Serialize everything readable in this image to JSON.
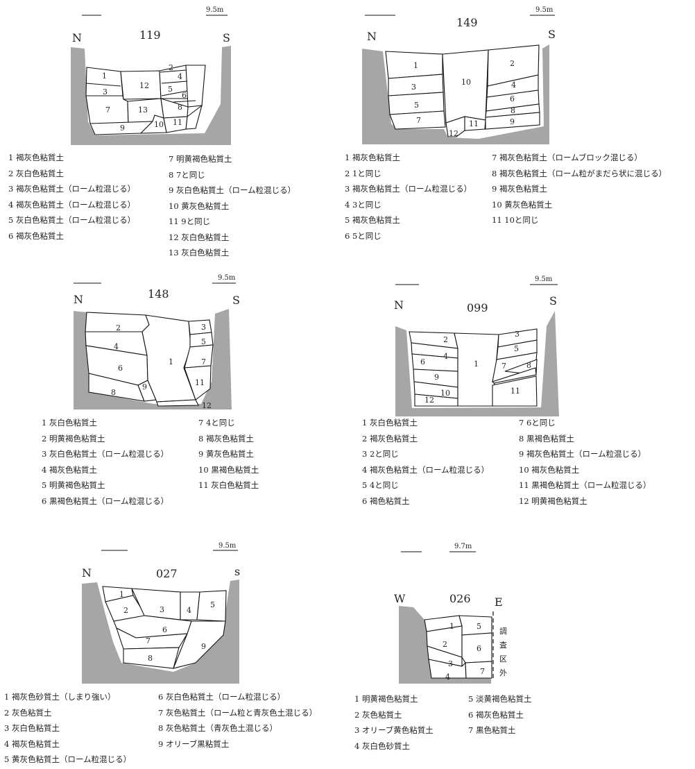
{
  "sections": {
    "s119": {
      "id": "119",
      "left": "N",
      "right": "S",
      "scale": "9.5m",
      "legend_left": [
        "1 褐灰色粘質土",
        "2 灰白色粘質土",
        "3 褐灰色粘質土（ローム粒混じる）",
        "4 褐灰色粘質土（ローム粒混じる）",
        "5 灰白色粘質土（ローム粒混じる）",
        "6 褐灰色粘質土"
      ],
      "legend_right": [
        "7 明黄褐色粘質土",
        "8 7と同じ",
        "9 灰白色粘質土（ローム粒混じる）",
        "10 黄灰色粘質土",
        "11 9と同じ",
        "12 灰白色粘質土",
        "13 灰白色粘質土"
      ]
    },
    "s149": {
      "id": "149",
      "left": "N",
      "right": "S",
      "scale": "9.5m",
      "legend_left": [
        "1 褐灰色粘質土",
        "2 1と同じ",
        "3 褐灰色粘質土（ローム粒混じる）",
        "4 3と同じ",
        "5 褐灰色粘質土",
        "6 5と同じ"
      ],
      "legend_right": [
        "7 褐灰色粘質土（ロームブロック混じる）",
        "8 褐灰色粘質土（ローム粒がまだら状に混じる）",
        "9 褐灰色粘質土",
        "10 黄灰色粘質土",
        "11 10と同じ"
      ]
    },
    "s148": {
      "id": "148",
      "left": "N",
      "right": "S",
      "scale": "9.5m",
      "legend_left": [
        "1 灰白色粘質土",
        "2 明黄褐色粘質土",
        "3 灰白色粘質土（ローム粒混じる）",
        "4 褐灰色粘質土",
        "5 明黄褐色粘質土",
        "6 黒褐色粘質土（ローム粒混じる）"
      ],
      "legend_right": [
        "7 4と同じ",
        "8 褐灰色粘質土",
        "9 黄灰色粘質土",
        "10 黒褐色粘質土",
        "11 灰白色粘質土"
      ]
    },
    "s099": {
      "id": "099",
      "left": "N",
      "right": "S",
      "scale": "9.5m",
      "legend_left": [
        "1 灰白色粘質土",
        "2 褐灰色粘質土",
        "3 2と同じ",
        "4 褐灰色粘質土（ローム粒混じる）",
        "5 4と同じ",
        "6 褐色粘質土"
      ],
      "legend_right": [
        "7 6と同じ",
        "8 黒褐色粘質土",
        "9 褐灰色粘質土（ローム粒混じる）",
        "10 褐灰色粘質土",
        "11 黒褐色粘質土（ローム粒混じる）",
        "12 明黄褐色粘質土"
      ]
    },
    "s027": {
      "id": "027",
      "left": "N",
      "right": "s",
      "scale": "9.5m",
      "legend_left": [
        "1 褐灰色砂質土（しまり強い）",
        "2 灰色粘質土",
        "3 灰白色粘質土",
        "4 褐灰色粘質土",
        "5 黄灰色粘質土（ローム粒混じる）"
      ],
      "legend_right": [
        "6 灰白色粘質土（ローム粒混じる）",
        "7 灰色粘質土（ローム粒と青灰色土混じる）",
        "8 灰色粘質土（青灰色土混じる）",
        "9 オリーブ黒粘質土"
      ]
    },
    "s026": {
      "id": "026",
      "left": "W",
      "right": "E",
      "scale": "9.7m",
      "note": [
        "調",
        "査",
        "区",
        "外"
      ],
      "legend_left": [
        "1 明黄褐色粘質土",
        "2 灰色粘質土",
        "3 オリーブ黄色粘質土",
        "4 灰白色砂質土"
      ],
      "legend_right": [
        "5 淡黄褐色粘質土",
        "6 褐灰色粘質土",
        "7 黒色粘質土"
      ]
    }
  },
  "colors": {
    "bank": "#a6a6a6",
    "line": "#111111",
    "fill": "#ffffff"
  }
}
